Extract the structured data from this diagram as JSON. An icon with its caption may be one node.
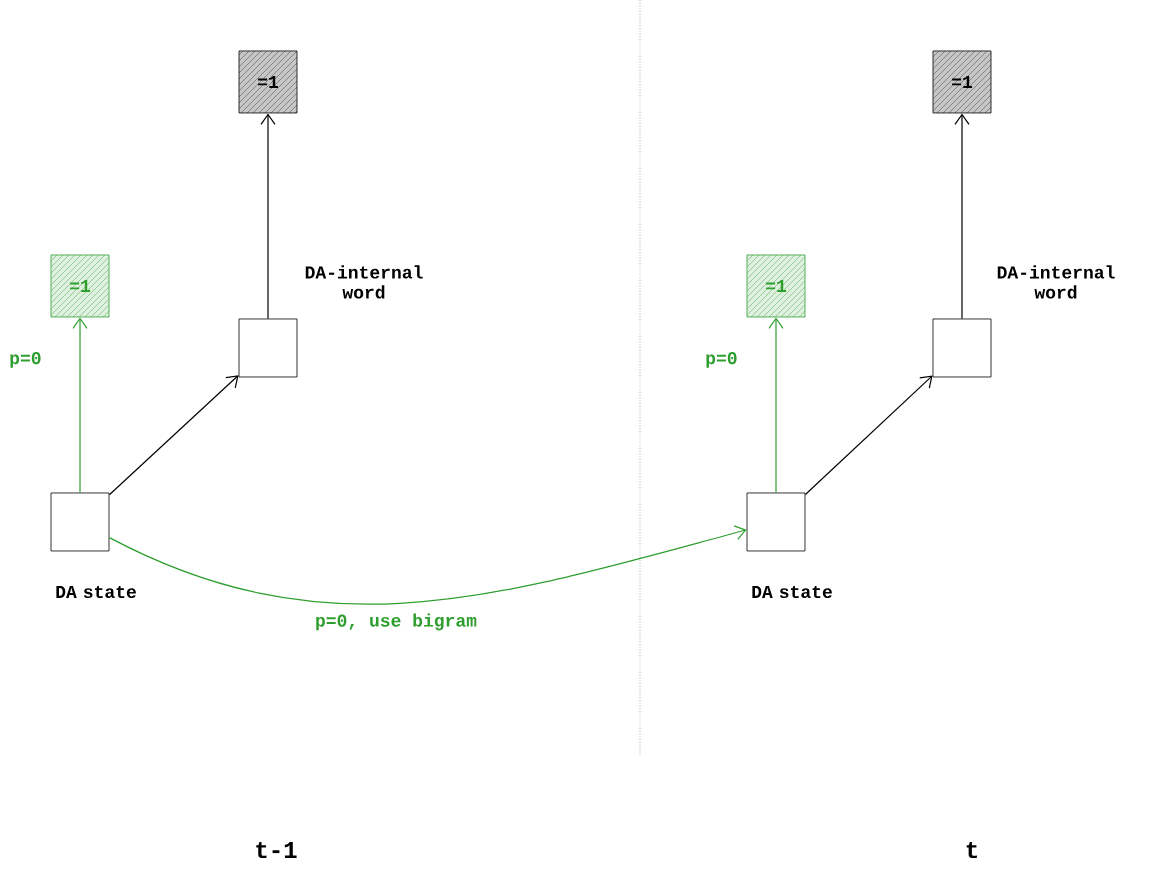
{
  "diagram": {
    "nodes": [
      {
        "text": [
          "=1"
        ]
      },
      {
        "text": [
          "=1"
        ]
      },
      {
        "text": [],
        "shape": "box",
        "beside": [
          "DA-internal word"
        ]
      },
      {
        "text": [],
        "shape": "box",
        "beside": [
          "DA state"
        ]
      },
      {
        "text": [
          "=1"
        ]
      },
      {
        "text": [
          "=1"
        ]
      },
      {
        "text": [],
        "shape": "box",
        "beside": [
          "DA-internal word"
        ]
      },
      {
        "text": [],
        "shape": "box",
        "beside": [
          "DA state"
        ]
      }
    ],
    "edges": [
      {
        "from": 3,
        "to": 0,
        "arrow": "to",
        "label": "p=0",
        "color": "#2e9e2e"
      },
      {
        "from": 3,
        "to": 2,
        "arrow": "to"
      },
      {
        "from": 2,
        "to": 1,
        "arrow": "to"
      },
      {
        "from": 3,
        "to": 7,
        "arrow": "to",
        "label": "p=0, use bigram",
        "color": "#2e9e2e"
      },
      {
        "from": 7,
        "to": 4,
        "arrow": "to",
        "label": "p=0",
        "color": "#2e9e2e"
      },
      {
        "from": 7,
        "to": 6,
        "arrow": "to"
      },
      {
        "from": 6,
        "to": 5,
        "arrow": "to"
      }
    ],
    "labels": [
      "t-1",
      "t"
    ]
  }
}
